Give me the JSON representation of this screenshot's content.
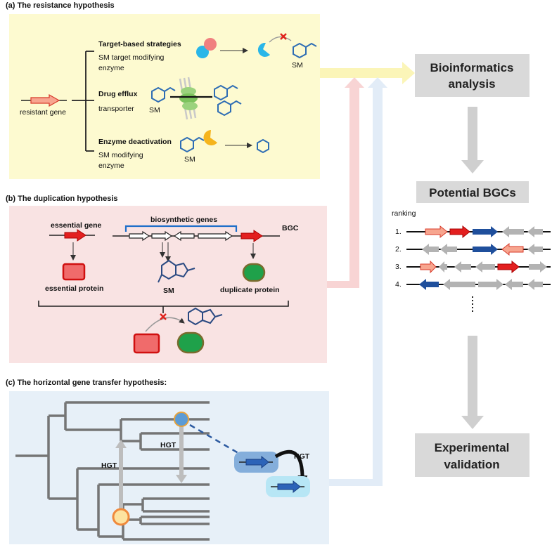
{
  "panel_a": {
    "title": "(a) The resistance hypothesis",
    "gene_label": "resistant gene",
    "strategies": [
      {
        "title": "Target-based strategies",
        "line1": "SM target modifying",
        "line2": "enzyme"
      },
      {
        "title": "Drug efflux",
        "line1": "transporter",
        "line2": ""
      },
      {
        "title": "Enzyme deactivation",
        "line1": "SM modifying",
        "line2": "enzyme"
      }
    ],
    "sm_labels": [
      "SM",
      "SM",
      "SM"
    ]
  },
  "panel_b": {
    "title": "(b) The duplication hypothesis",
    "essential_gene": "essential gene",
    "biosynthetic_genes": "biosynthetic genes",
    "bgc": "BGC",
    "essential_protein": "essential protein",
    "sm": "SM",
    "duplicate_protein": "duplicate protein"
  },
  "panel_c": {
    "title": "(c) The horizontal gene transfer hypothesis:",
    "hgt_labels": [
      "HGT",
      "HGT",
      "HGT"
    ]
  },
  "flow": {
    "bioinformatics": [
      "Bioinformatics",
      "analysis"
    ],
    "potential": "Potential BGCs",
    "ranking": "ranking",
    "ranks": [
      "1.",
      "2.",
      "3.",
      "4."
    ],
    "experimental": [
      "Experimental",
      "validation"
    ]
  },
  "colors": {
    "panel_a_bg": "#fdfad0",
    "panel_b_bg": "#f9e3e3",
    "panel_c_bg": "#e7f0f8",
    "gray_box": "#d9d9d9",
    "red": "#d62020",
    "pink": "#f4826f",
    "blue_dark": "#1f4f9c",
    "gray_gene": "#b3b3b3",
    "green": "#1fa14a",
    "yellow_circle": "#f7b733"
  }
}
